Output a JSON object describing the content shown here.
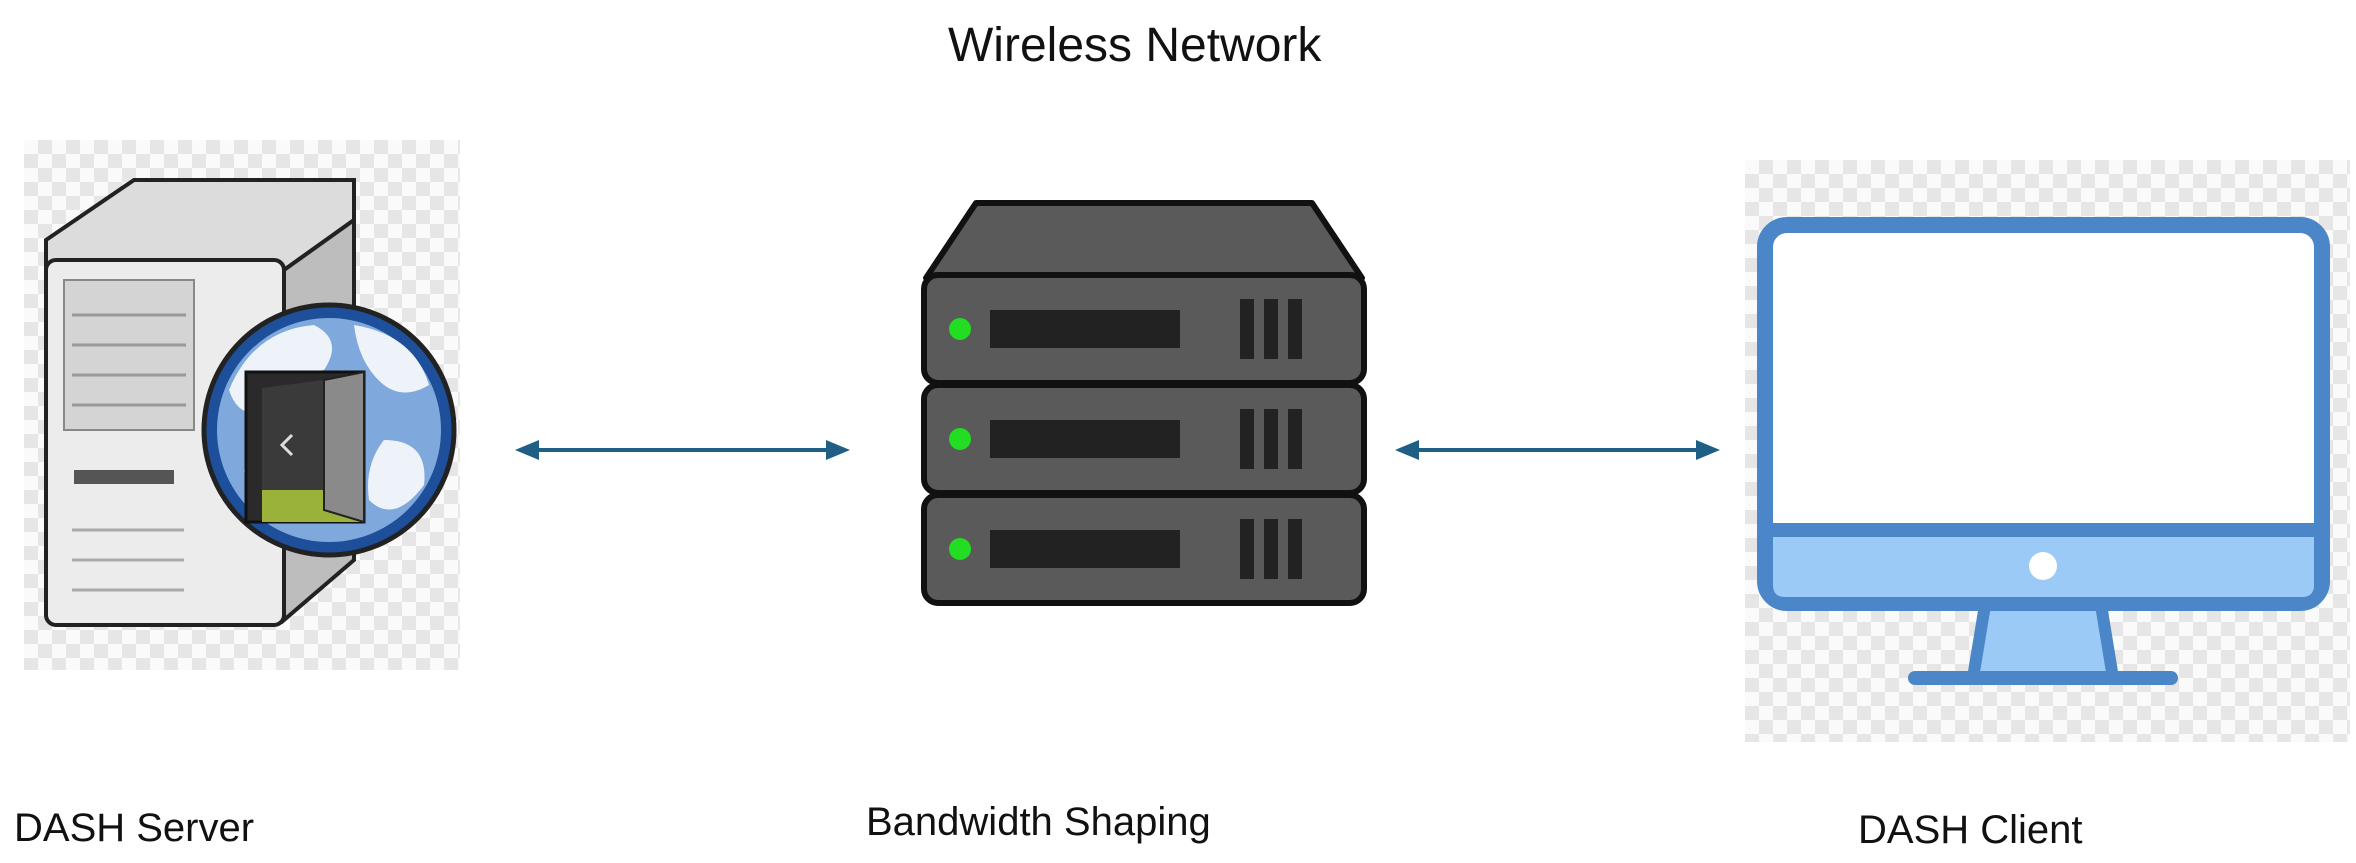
{
  "diagram": {
    "title": "Wireless Network",
    "nodes": [
      {
        "id": "server",
        "label": "DASH Server",
        "icon": "web-server-icon"
      },
      {
        "id": "shaper",
        "label": "Bandwidth Shaping",
        "icon": "server-rack-icon"
      },
      {
        "id": "client",
        "label": "DASH Client",
        "icon": "monitor-icon"
      }
    ],
    "edges": [
      {
        "from": "server",
        "to": "shaper",
        "direction": "bidirectional"
      },
      {
        "from": "shaper",
        "to": "client",
        "direction": "bidirectional"
      }
    ],
    "colors": {
      "arrow": "#1f5f85",
      "rack_body": "#5a5a5a",
      "rack_led": "#22dd22",
      "monitor": "#4a86c8",
      "monitor_fill": "#9ccaf6"
    }
  }
}
